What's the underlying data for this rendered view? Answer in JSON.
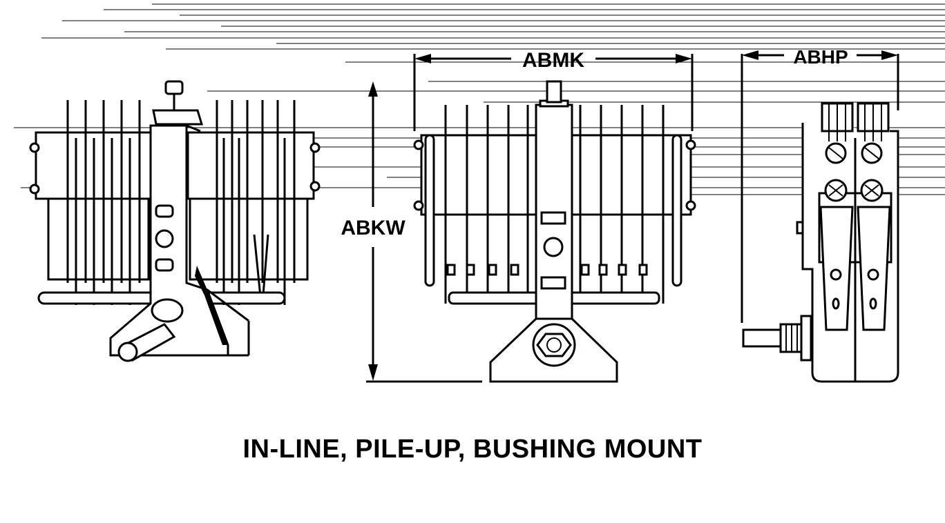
{
  "diagram": {
    "caption": "IN-LINE, PILE-UP, BUSHING MOUNT",
    "dimensions": {
      "width_label": "ABMK",
      "height_label": "ABKW",
      "depth_label": "ABHP"
    }
  }
}
